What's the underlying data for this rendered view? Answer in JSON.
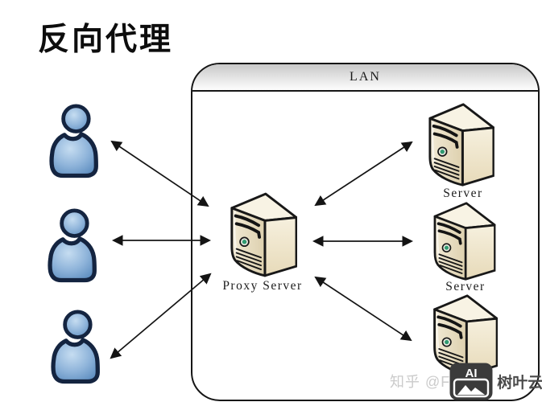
{
  "title": "反向代理",
  "lan": {
    "label": "LAN"
  },
  "nodes": {
    "clients": [
      {
        "icon": "user-icon"
      },
      {
        "icon": "user-icon"
      },
      {
        "icon": "user-icon"
      }
    ],
    "proxy": {
      "icon": "server-tower-icon",
      "label": "Proxy Server"
    },
    "servers": [
      {
        "icon": "server-tower-icon",
        "label": "Server"
      },
      {
        "icon": "server-tower-icon",
        "label": "Server"
      },
      {
        "icon": "server-tower-icon",
        "label": ""
      }
    ]
  },
  "connections": [
    {
      "from": "client-1",
      "to": "proxy",
      "bidirectional": true
    },
    {
      "from": "client-2",
      "to": "proxy",
      "bidirectional": true
    },
    {
      "from": "client-3",
      "to": "proxy",
      "bidirectional": true
    },
    {
      "from": "proxy",
      "to": "server-1",
      "bidirectional": true
    },
    {
      "from": "proxy",
      "to": "server-2",
      "bidirectional": true
    },
    {
      "from": "proxy",
      "to": "server-3",
      "bidirectional": true
    }
  ],
  "watermark": {
    "source": "知乎 @F",
    "badge": "AI",
    "brand": "树叶云"
  },
  "colors": {
    "user_blue": "#6f9dcb",
    "server_beige": "#efe6cf",
    "outline": "#161616",
    "watermark_gray": "#cbcbcb",
    "badge_dark": "#3b3b3b"
  }
}
